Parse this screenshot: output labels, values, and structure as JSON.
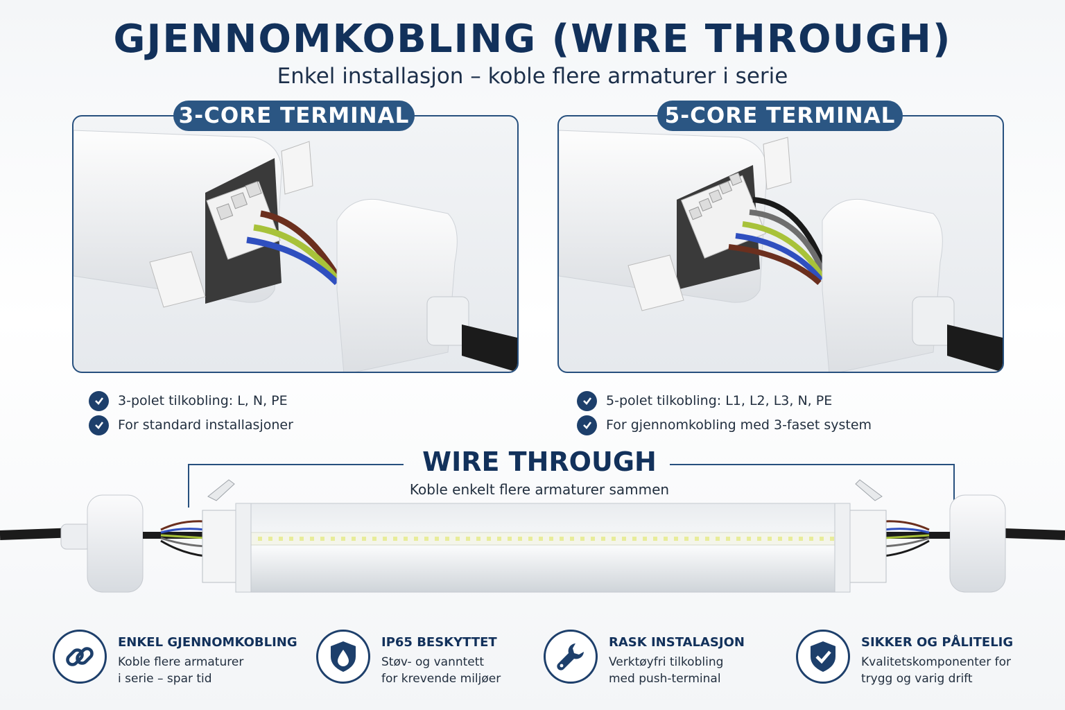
{
  "header": {
    "title": "GJENNOMKOBLING (WIRE THROUGH)",
    "subtitle": "Enkel installasjon – koble flere armaturer i serie"
  },
  "panels": [
    {
      "label": "3-CORE TERMINAL",
      "points": [
        "3-polet tilkobling: L, N, PE",
        "For standard installasjoner"
      ]
    },
    {
      "label": "5-CORE TERMINAL",
      "points": [
        "5-polet tilkobling: L1, L2, L3, N, PE",
        "For gjennomkobling med 3-faset system"
      ]
    }
  ],
  "wire_through": {
    "title": "WIRE THROUGH",
    "subtitle": "Koble enkelt flere armaturer sammen"
  },
  "features": [
    {
      "icon": "link-icon",
      "title": "ENKEL GJENNOMKOBLING",
      "line1": "Koble flere armaturer",
      "line2": "i serie – spar tid"
    },
    {
      "icon": "shield-drop-icon",
      "title": "IP65 BESKYTTET",
      "line1": "Støv- og vanntett",
      "line2": "for krevende miljøer"
    },
    {
      "icon": "wrench-icon",
      "title": "RASK INSTALASJON",
      "line1": "Verktøyfri tilkobling",
      "line2": "med push-terminal"
    },
    {
      "icon": "shield-check-icon",
      "title": "SIKKER OG PÅLITELIG",
      "line1": "Kvalitetskomponenter for",
      "line2": "trygg og varig drift"
    }
  ],
  "colors": {
    "navy": "#12315b",
    "pill": "#2b5683",
    "wire_brown": "#6b2f1e",
    "wire_blue": "#2f4fbf",
    "wire_green_yellow": "#a8c23a",
    "wire_black": "#1a1a1a",
    "wire_grey": "#6e6e6e"
  }
}
